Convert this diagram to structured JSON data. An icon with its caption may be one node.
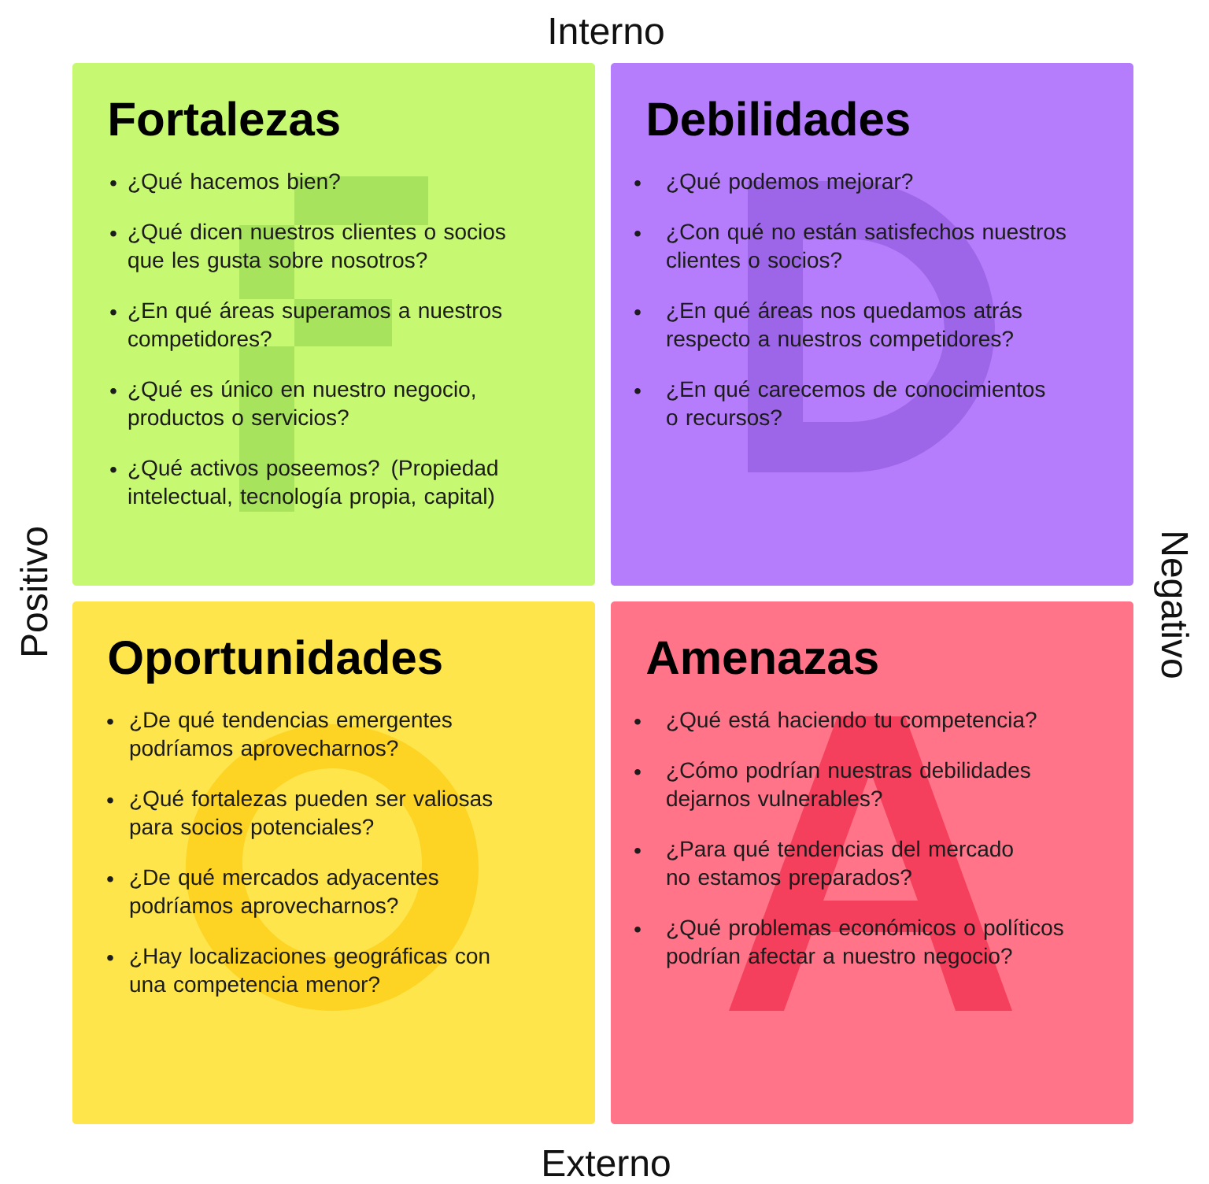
{
  "diagram": {
    "nodes": [
      {
        "text": [
          "Fortalezas",
          "¿Qué hacemos bien?",
          "¿Qué dicen nuestros clientes o socios que les gusta sobre nosotros?",
          "¿En qué áreas superamos a nuestros competidores?",
          "¿Qué es único en nuestro negocio, productos o servicios?",
          "¿Qué activos poseemos? (Propiedad intelectual, tecnología propia, capital)"
        ]
      },
      {
        "text": [
          "Debilidades",
          "¿Qué podemos mejorar?",
          "¿Con qué no están satisfechos nuestros clientes o socios?",
          "¿En qué áreas nos quedamos atrás respecto a nuestros competidores?",
          "¿En qué carecemos de conocimientos o recursos?"
        ]
      },
      {
        "text": [
          "Oportunidades",
          "¿De qué tendencias emergentes podríamos aprovecharnos?",
          "¿Qué fortalezas pueden ser valiosas para socios potenciales?",
          "¿De qué mercados adyacentes podríamos aprovecharnos?",
          "¿Hay localizaciones geográficas con una competencia menor?"
        ]
      },
      {
        "text": [
          "Amenazas",
          "¿Qué está haciendo tu competencia?",
          "¿Cómo podrían nuestras debilidades dejarnos vulnerables?",
          "¿Para qué tendencias del mercado no estamos preparados?",
          "¿Qué problemas económicos o políticos podrían afectar a nuestro negocio?"
        ]
      }
    ],
    "labels": [
      "Interno",
      "Positivo",
      "Negativo",
      "Externo"
    ]
  }
}
